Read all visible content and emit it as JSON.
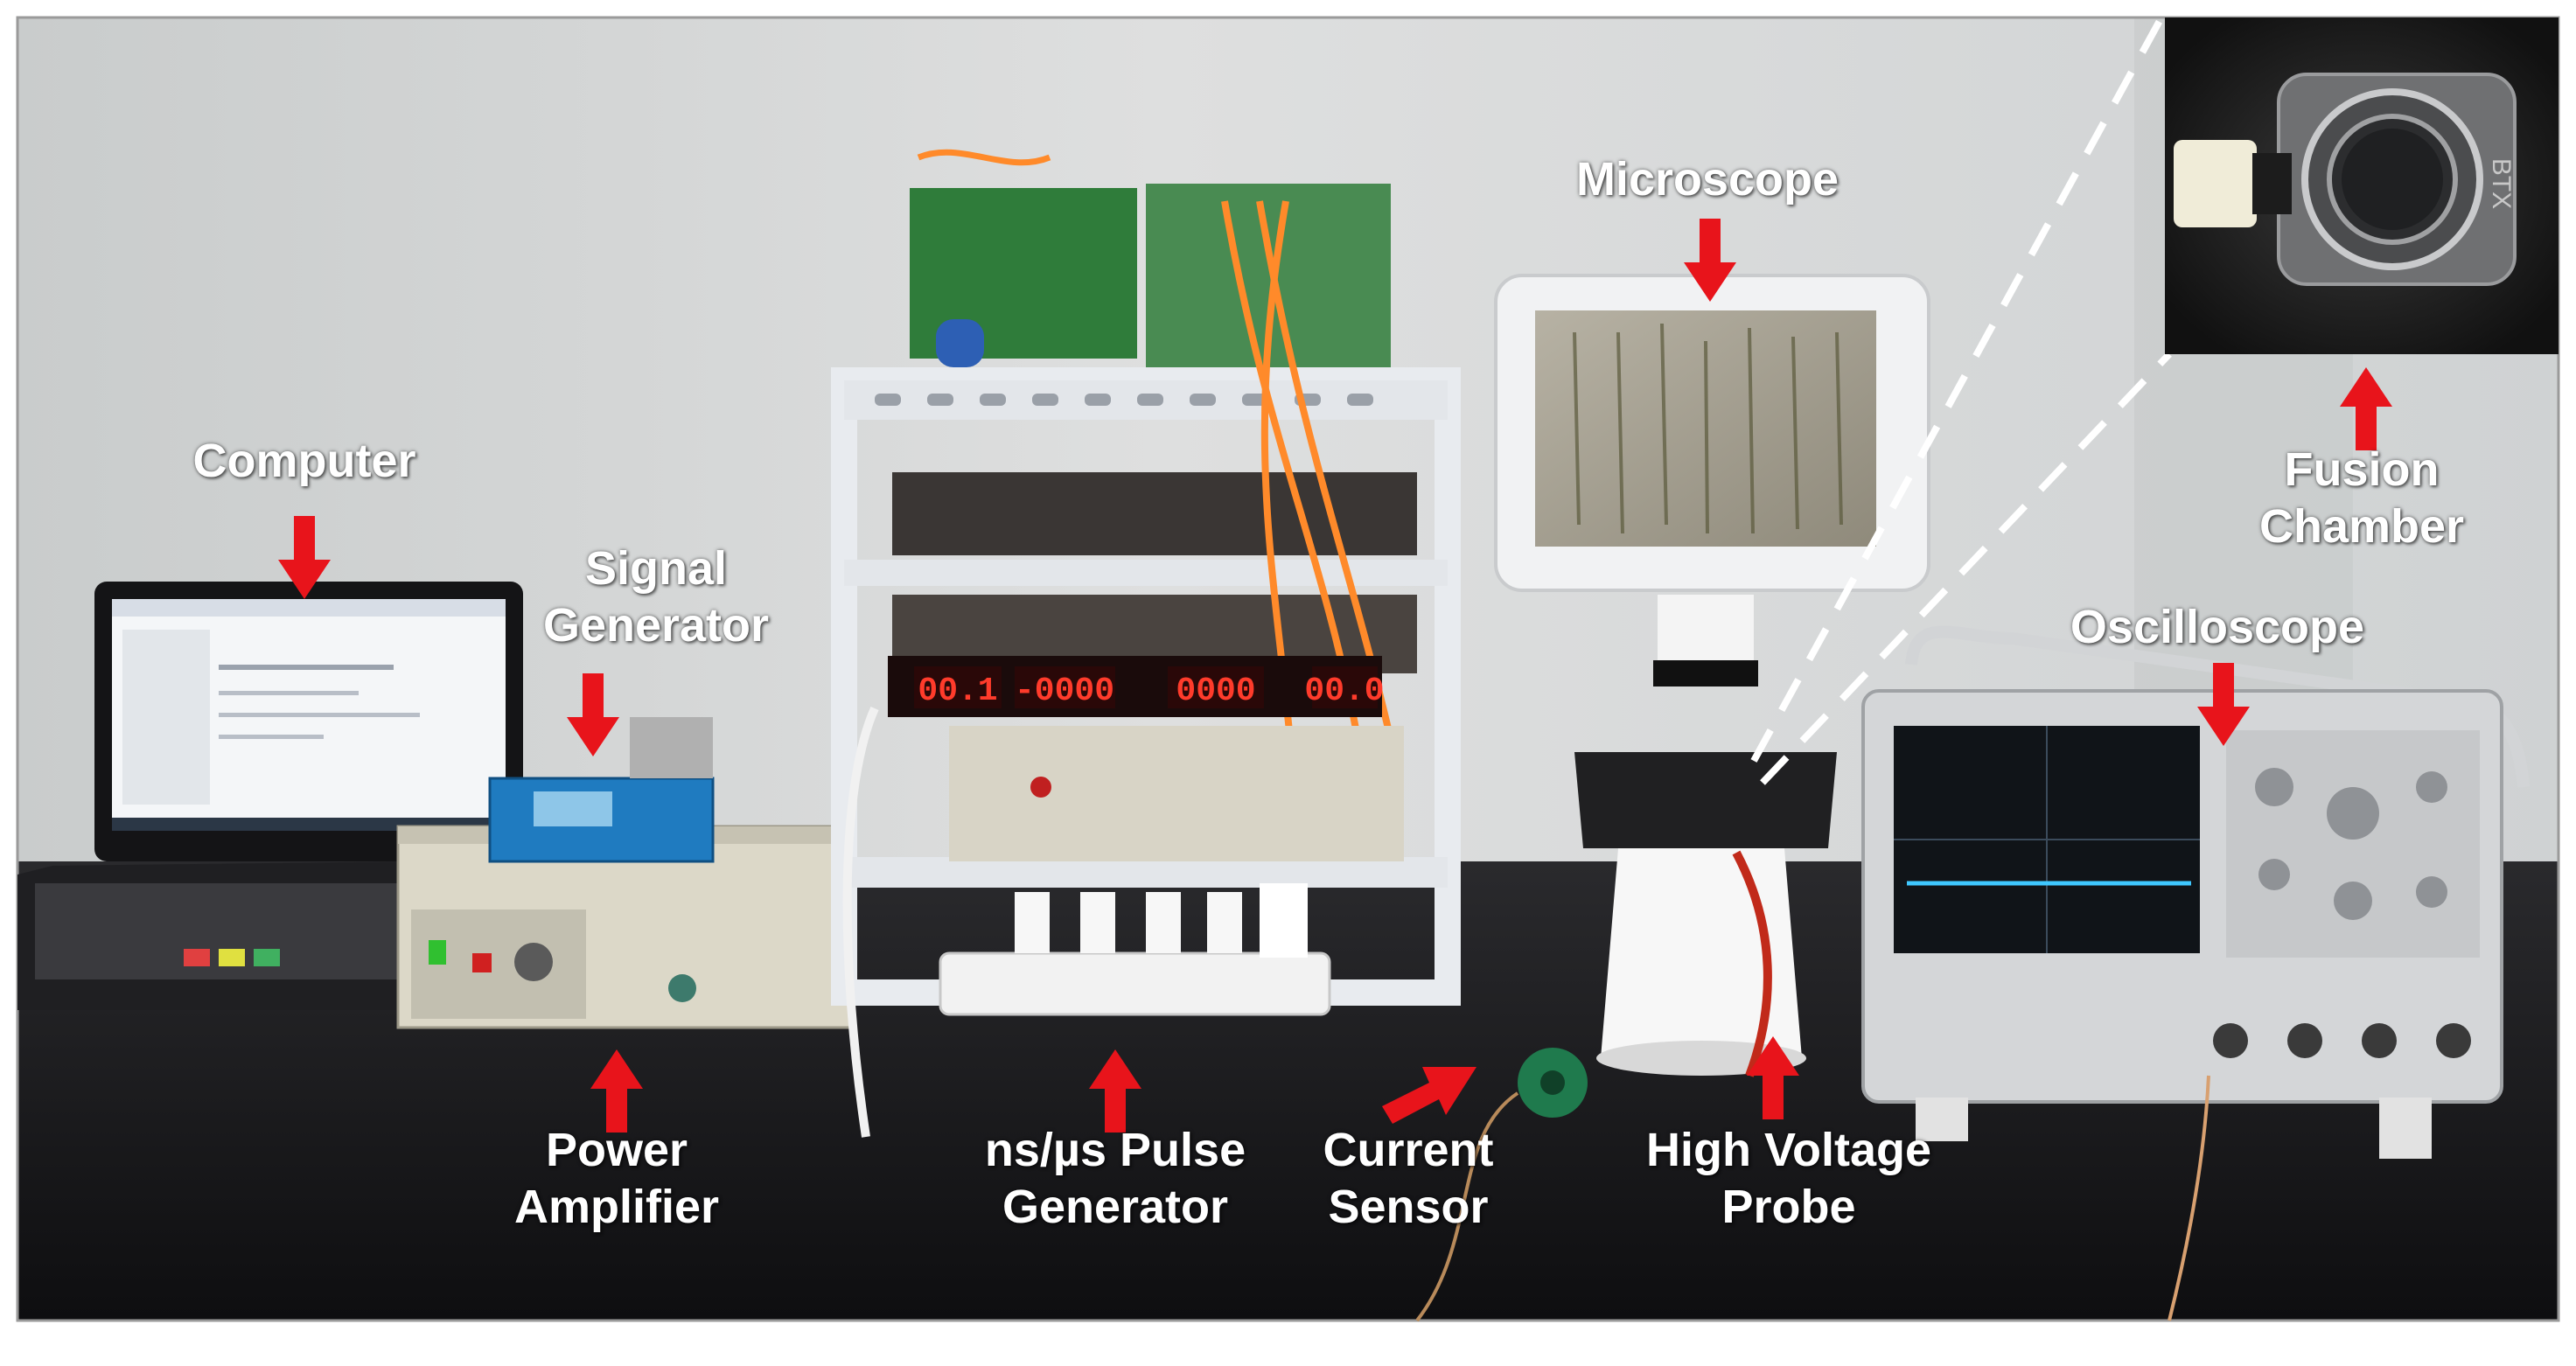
{
  "labels": {
    "computer": "Computer",
    "signal_generator": [
      "Signal",
      "Generator"
    ],
    "power_amplifier": [
      "Power",
      "Amplifier"
    ],
    "pulse_generator": [
      "ns/µs Pulse",
      "Generator"
    ],
    "current_sensor": [
      "Current",
      "Sensor"
    ],
    "microscope": "Microscope",
    "high_voltage_probe": [
      "High Voltage",
      "Probe"
    ],
    "oscilloscope": "Oscilloscope",
    "fusion_chamber": [
      "Fusion",
      "Chamber"
    ]
  },
  "displays": [
    "00.1",
    "-0000",
    "0000",
    "00.0"
  ],
  "inset_chamber_marking": "BTX",
  "colors": {
    "label": "#ffffff",
    "arrow": "#e8141b",
    "bench": "#1b1b1d",
    "wall": "#d9dbdb"
  }
}
